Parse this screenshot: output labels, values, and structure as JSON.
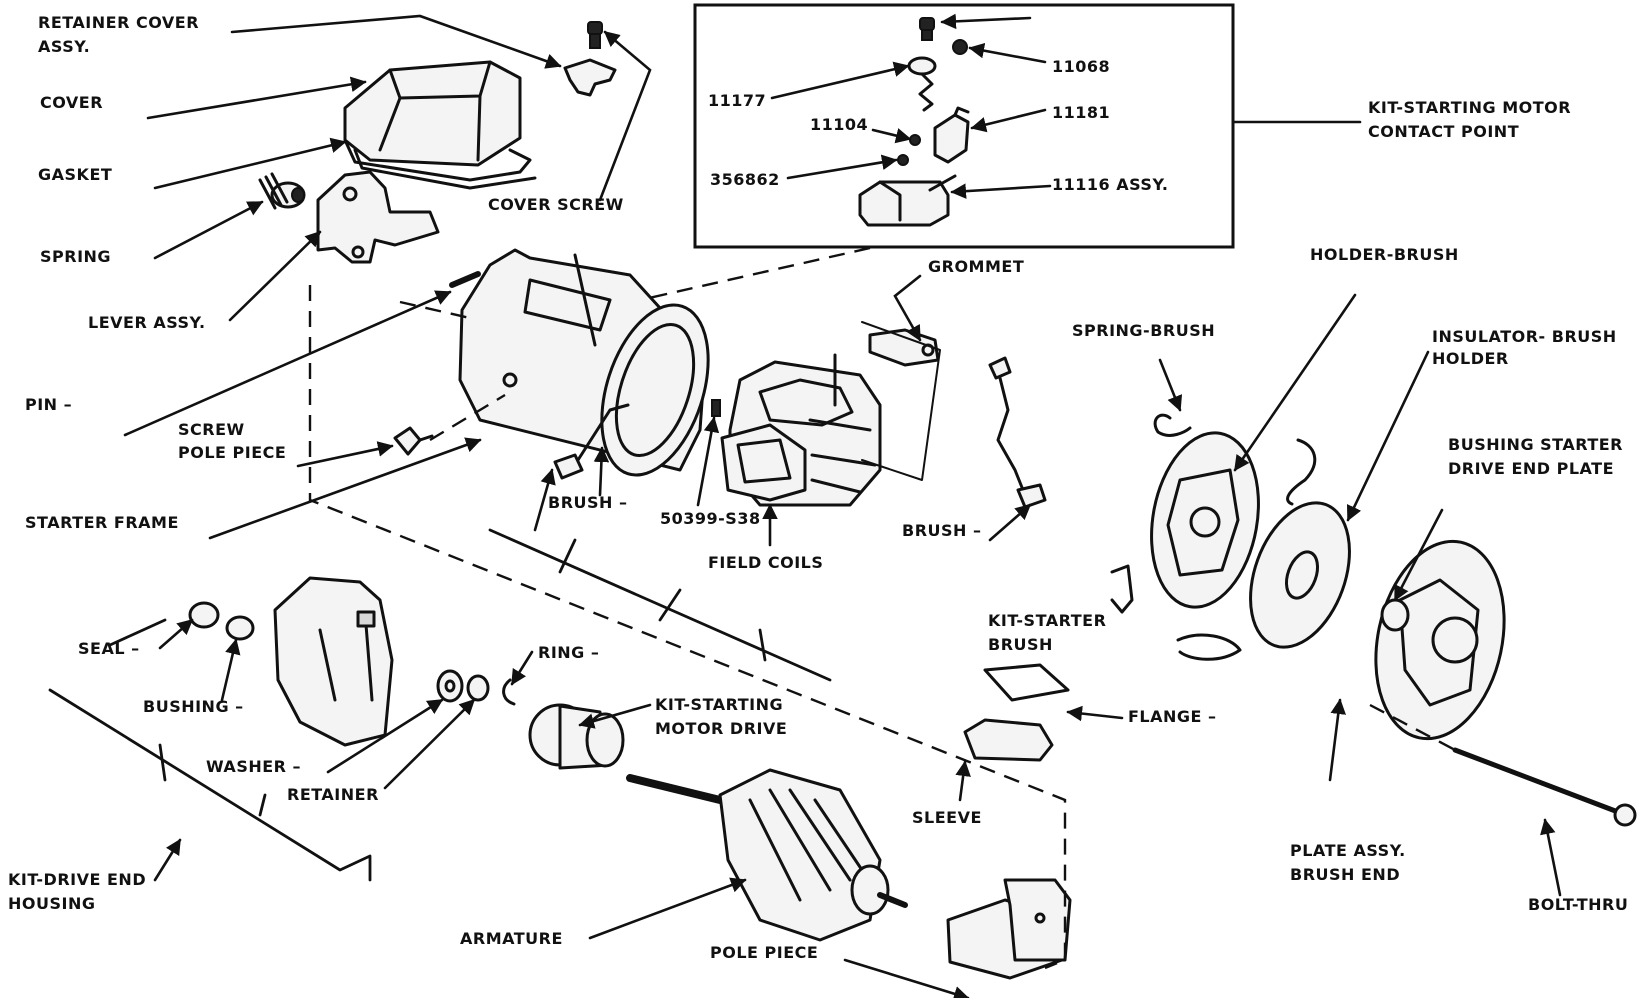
{
  "labels": {
    "retainer_cover_1": "RETAINER COVER",
    "retainer_cover_2": "ASSY.",
    "cover": "COVER",
    "gasket": "GASKET",
    "spring": "SPRING",
    "lever_assy": "LEVER ASSY.",
    "cover_screw": "COVER SCREW",
    "pin": "PIN –",
    "screw_pole_piece_1": "SCREW",
    "screw_pole_piece_2": "POLE PIECE",
    "starter_frame": "STARTER FRAME",
    "brush_left": "BRUSH –",
    "part_50399": "50399-S38",
    "field_coils": "FIELD COILS",
    "grommet": "GROMMET",
    "brush_right": "BRUSH –",
    "spring_brush": "SPRING-BRUSH",
    "holder_brush": "HOLDER-BRUSH",
    "insulator_brush_1": "INSULATOR- BRUSH",
    "insulator_brush_2": "HOLDER",
    "bushing_starter_1": "BUSHING STARTER",
    "bushing_starter_2": "DRIVE END PLATE",
    "kit_starter_brush_1": "KIT-STARTER",
    "kit_starter_brush_2": "BRUSH",
    "flange": "FLANGE –",
    "sleeve": "SLEEVE",
    "plate_assy_1": "PLATE ASSY.",
    "plate_assy_2": "BRUSH END",
    "bolt_thru": "BOLT-THRU",
    "seal": "SEAL –",
    "bushing": "BUSHING –",
    "washer": "WASHER –",
    "retainer": "RETAINER",
    "ring": "RING –",
    "kit_motor_drive_1": "KIT-STARTING",
    "kit_motor_drive_2": "MOTOR DRIVE",
    "kit_drive_end_1": "KIT-DRIVE END",
    "kit_drive_end_2": "HOUSING",
    "armature": "ARMATURE",
    "pole_piece": "POLE PIECE",
    "kit_contact_1": "KIT-STARTING MOTOR",
    "kit_contact_2": "CONTACT POINT",
    "inset_11068": "11068",
    "inset_11177": "11177",
    "inset_11104": "11104",
    "inset_11181": "11181",
    "inset_356862": "356862",
    "inset_11116": "11116 ASSY."
  }
}
